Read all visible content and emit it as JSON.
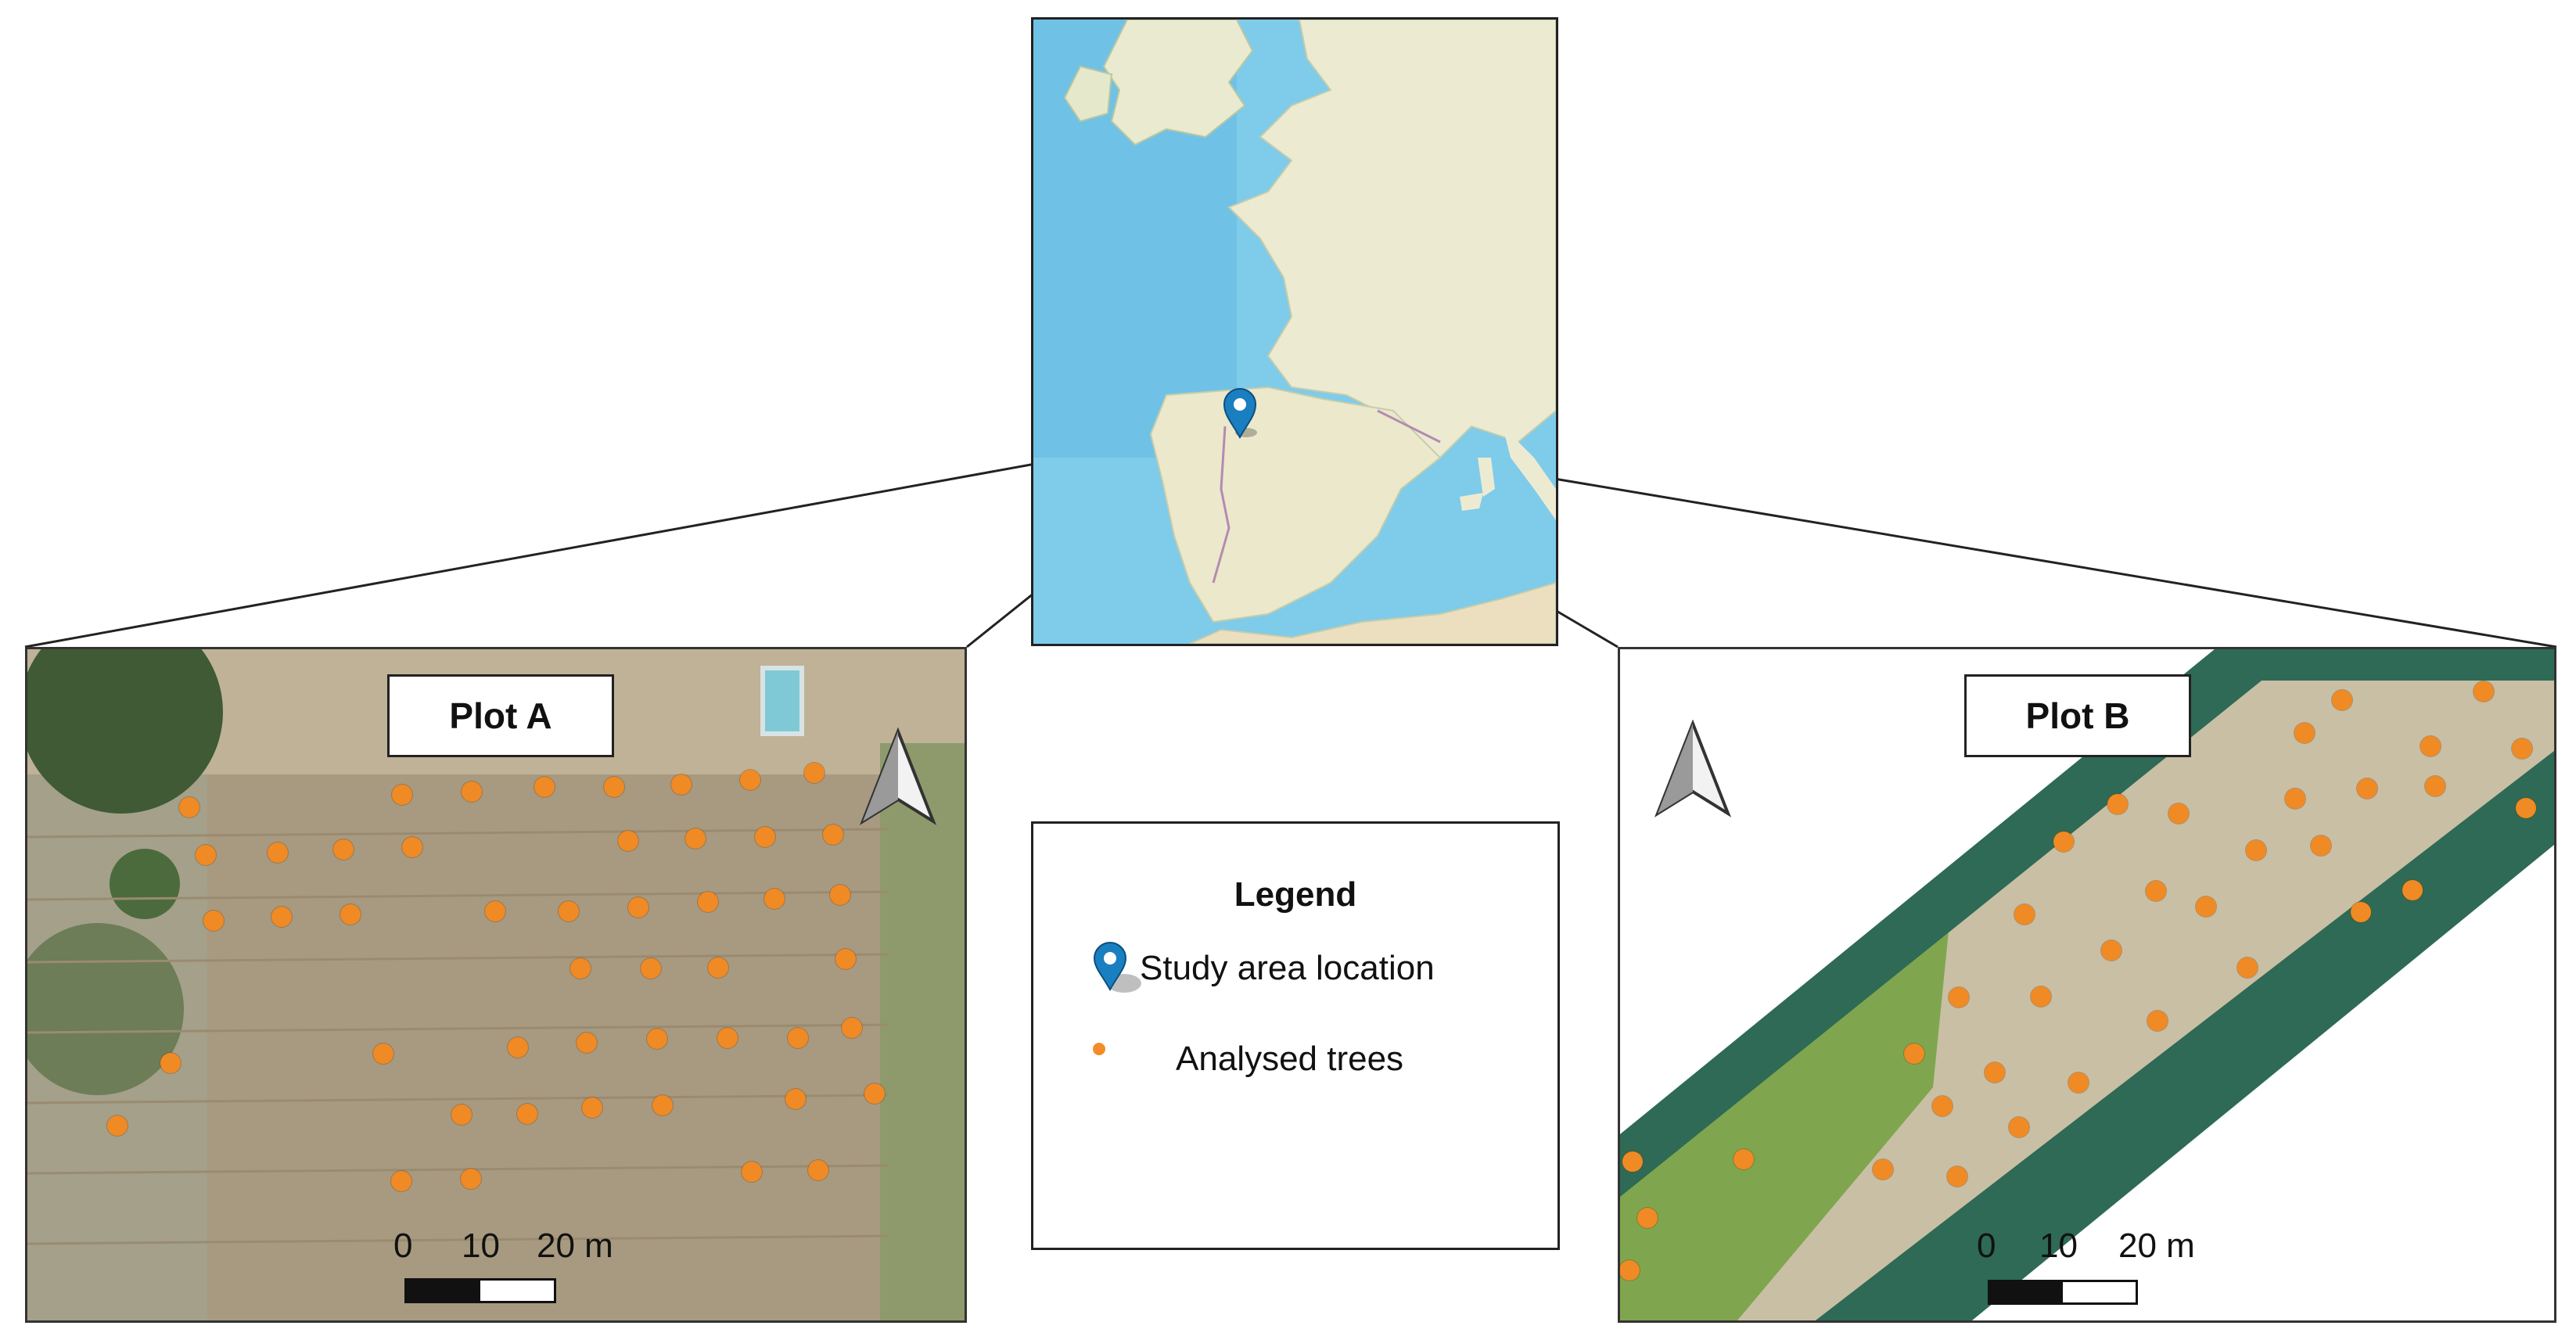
{
  "plot_a": {
    "label": "Plot A",
    "scale": {
      "ticks": [
        "0",
        "10",
        "20 m"
      ]
    },
    "trees": [
      [
        0.173,
        0.235
      ],
      [
        0.4,
        0.217
      ],
      [
        0.474,
        0.212
      ],
      [
        0.552,
        0.205
      ],
      [
        0.626,
        0.205
      ],
      [
        0.698,
        0.202
      ],
      [
        0.771,
        0.195
      ],
      [
        0.84,
        0.184
      ],
      [
        0.19,
        0.306
      ],
      [
        0.267,
        0.303
      ],
      [
        0.337,
        0.298
      ],
      [
        0.411,
        0.295
      ],
      [
        0.641,
        0.286
      ],
      [
        0.713,
        0.282
      ],
      [
        0.787,
        0.28
      ],
      [
        0.86,
        0.276
      ],
      [
        0.199,
        0.404
      ],
      [
        0.271,
        0.399
      ],
      [
        0.345,
        0.395
      ],
      [
        0.499,
        0.39
      ],
      [
        0.578,
        0.39
      ],
      [
        0.652,
        0.385
      ],
      [
        0.726,
        0.377
      ],
      [
        0.797,
        0.372
      ],
      [
        0.867,
        0.366
      ],
      [
        0.59,
        0.476
      ],
      [
        0.665,
        0.476
      ],
      [
        0.737,
        0.474
      ],
      [
        0.873,
        0.462
      ],
      [
        0.153,
        0.616
      ],
      [
        0.38,
        0.602
      ],
      [
        0.523,
        0.593
      ],
      [
        0.597,
        0.586
      ],
      [
        0.672,
        0.581
      ],
      [
        0.747,
        0.579
      ],
      [
        0.822,
        0.579
      ],
      [
        0.88,
        0.564
      ],
      [
        0.096,
        0.71
      ],
      [
        0.463,
        0.694
      ],
      [
        0.533,
        0.692
      ],
      [
        0.603,
        0.683
      ],
      [
        0.678,
        0.679
      ],
      [
        0.82,
        0.67
      ],
      [
        0.904,
        0.662
      ],
      [
        0.399,
        0.793
      ],
      [
        0.473,
        0.789
      ],
      [
        0.773,
        0.778
      ],
      [
        0.844,
        0.776
      ]
    ]
  },
  "plot_b": {
    "label": "Plot B",
    "scale": {
      "ticks": [
        "0",
        "10",
        "20 m"
      ]
    },
    "trees": [
      [
        0.773,
        0.076
      ],
      [
        0.925,
        0.063
      ],
      [
        0.966,
        0.148
      ],
      [
        0.733,
        0.125
      ],
      [
        0.868,
        0.144
      ],
      [
        0.598,
        0.245
      ],
      [
        0.533,
        0.231
      ],
      [
        0.723,
        0.223
      ],
      [
        0.8,
        0.208
      ],
      [
        0.873,
        0.204
      ],
      [
        0.97,
        0.237
      ],
      [
        0.475,
        0.287
      ],
      [
        0.681,
        0.299
      ],
      [
        0.75,
        0.293
      ],
      [
        0.574,
        0.36
      ],
      [
        0.848,
        0.359
      ],
      [
        0.433,
        0.395
      ],
      [
        0.526,
        0.449
      ],
      [
        0.627,
        0.383
      ],
      [
        0.672,
        0.474
      ],
      [
        0.793,
        0.392
      ],
      [
        0.363,
        0.519
      ],
      [
        0.451,
        0.518
      ],
      [
        0.575,
        0.554
      ],
      [
        0.315,
        0.602
      ],
      [
        0.401,
        0.631
      ],
      [
        0.491,
        0.646
      ],
      [
        0.345,
        0.681
      ],
      [
        0.427,
        0.712
      ],
      [
        0.132,
        0.76
      ],
      [
        0.281,
        0.775
      ],
      [
        0.361,
        0.786
      ],
      [
        0.013,
        0.763
      ],
      [
        0.029,
        0.847
      ],
      [
        0.01,
        0.925
      ]
    ]
  },
  "legend": {
    "title": "Legend",
    "items": [
      {
        "label": "Study area location",
        "icon": "location-pin-icon"
      },
      {
        "label": "Analysed trees",
        "icon": "orange-dot-icon"
      }
    ]
  },
  "colors": {
    "tree": "#f08a24",
    "pin": "#1a7fc0"
  }
}
